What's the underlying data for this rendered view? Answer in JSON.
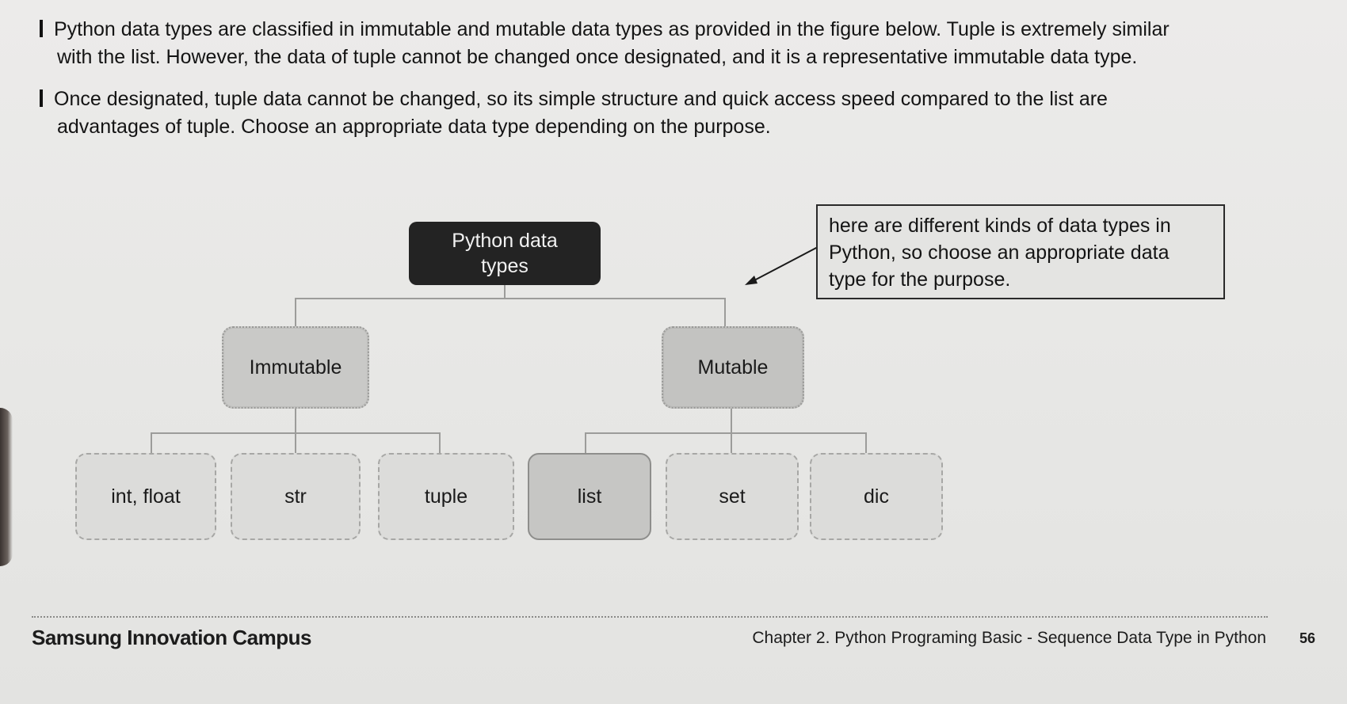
{
  "paragraphs": {
    "p1_line1": "Python data types are classified in immutable and mutable data types as provided in the figure below. Tuple is extremely similar",
    "p1_line2": "with the list. However, the data of tuple cannot be changed once designated, and it is a representative immutable data type.",
    "p2_line1": "Once designated, tuple data cannot be changed, so its simple structure and quick access speed compared to the list are",
    "p2_line2": "advantages of tuple. Choose an appropriate data type depending on the purpose."
  },
  "diagram": {
    "root_line1": "Python data",
    "root_line2": "types",
    "immutable": "Immutable",
    "mutable": "Mutable",
    "leaves": [
      "int, float",
      "str",
      "tuple",
      "list",
      "set",
      "dic"
    ]
  },
  "callout": {
    "line1": "here are different kinds of data types in",
    "line2": "Python, so choose an appropriate data",
    "line3": "type for the purpose."
  },
  "footer": {
    "brand": "Samsung Innovation Campus",
    "chapter": "Chapter 2. Python Programing Basic - Sequence Data Type in Python",
    "page": "56"
  }
}
